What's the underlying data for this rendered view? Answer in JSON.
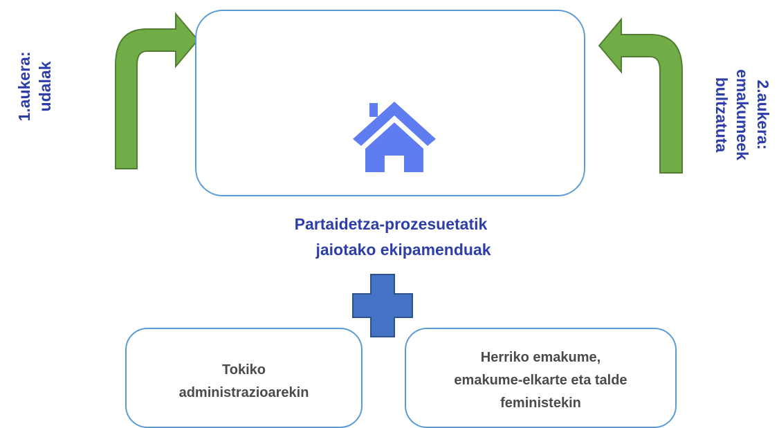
{
  "main": {
    "caption_line1": "Partaidetza-prozesuetatik",
    "caption_line2": "jaiotako ekipamenduak",
    "icon": "house-icon"
  },
  "connector": {
    "icon": "plus-icon"
  },
  "left_label": {
    "line1": "1.aukera:",
    "line2": "udalak"
  },
  "right_label": {
    "line1": "2.aukera:",
    "line2": "emakumeek",
    "line3": "bultzatuta"
  },
  "boxes": [
    {
      "line1": "Tokiko",
      "line2": "administrazioarekin"
    },
    {
      "line1": "Herriko emakume,",
      "line2": "emakume-elkarte eta talde",
      "line3": "feministekin"
    }
  ],
  "colors": {
    "accent_blue": "#2e3ea8",
    "box_border": "#5b9bd5",
    "arrow_fill": "#70ad47",
    "arrow_stroke": "#507e32",
    "house_fill": "#5f7cf0",
    "plus_fill": "#4472c4"
  }
}
